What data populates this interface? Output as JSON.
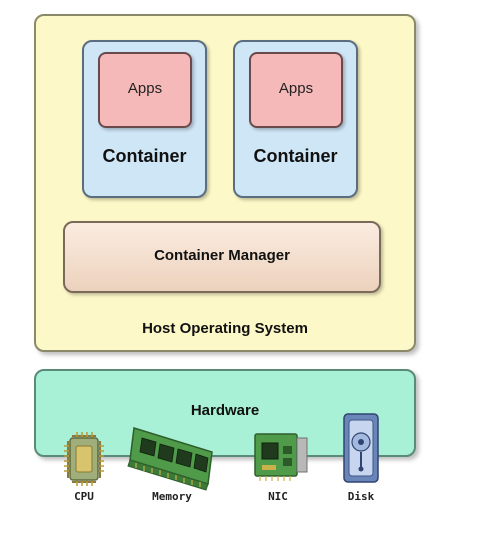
{
  "diagram": {
    "host_label": "Host Operating System",
    "containers": [
      {
        "apps_label": "Apps",
        "label": "Container"
      },
      {
        "apps_label": "Apps",
        "label": "Container"
      }
    ],
    "manager_label": "Container Manager",
    "hardware_label": "Hardware",
    "devices": [
      {
        "label": "CPU",
        "icon": "cpu-chip-icon"
      },
      {
        "label": "Memory",
        "icon": "memory-module-icon"
      },
      {
        "label": "NIC",
        "icon": "network-card-icon"
      },
      {
        "label": "Disk",
        "icon": "disk-drive-icon"
      }
    ]
  },
  "colors": {
    "host": "#fdf8c8",
    "container": "#cfe6f7",
    "apps": "#f6b9b9",
    "manager": "#f3dccb",
    "hardware": "#a8f0d6"
  }
}
